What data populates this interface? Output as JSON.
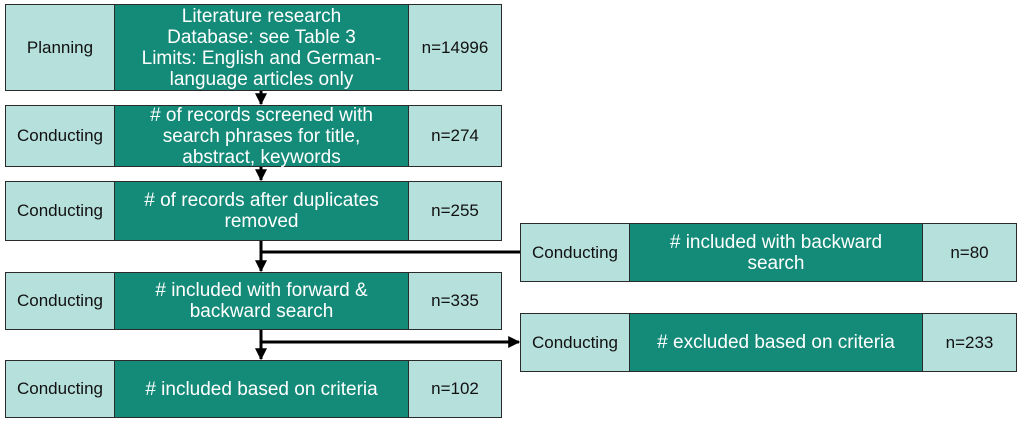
{
  "colors": {
    "stage_fill": "#b6e0dc",
    "step_fill": "#148a78",
    "count_fill": "#b6e0dc",
    "arrow": "#000000"
  },
  "rows": [
    {
      "stage": "Planning",
      "step": "Literature research\nDatabase: see Table 3\nLimits: English and German-\nlanguage articles only",
      "count": "n=14996"
    },
    {
      "stage": "Conducting",
      "step": "# of records screened with\nsearch phrases for title,\nabstract, keywords",
      "count": "n=274"
    },
    {
      "stage": "Conducting",
      "step": "# of records after duplicates\nremoved",
      "count": "n=255"
    },
    {
      "stage": "Conducting",
      "step": "# included with forward &\nbackward search",
      "count": "n=335"
    },
    {
      "stage": "Conducting",
      "step": "# included based on criteria",
      "count": "n=102"
    }
  ],
  "side_boxes": [
    {
      "stage": "Conducting",
      "step": "# included with backward\nsearch",
      "count": "n=80"
    },
    {
      "stage": "Conducting",
      "step": "# excluded based on criteria",
      "count": "n=233"
    }
  ]
}
